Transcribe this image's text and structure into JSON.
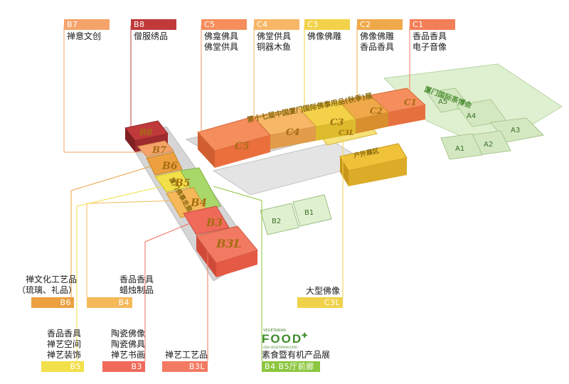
{
  "callouts": {
    "B7": {
      "code": "B7",
      "desc": "禅意文创",
      "color": "#f5a36a"
    },
    "B8": {
      "code": "B8",
      "desc": "僧服绣品",
      "color": "#c0393b"
    },
    "C5": {
      "code": "C5",
      "desc": "佛龛佛具\n佛堂供具",
      "color": "#f58d5c"
    },
    "C4": {
      "code": "C4",
      "desc": "佛堂供具\n铜器木鱼",
      "color": "#f7b766"
    },
    "C3": {
      "code": "C3",
      "desc": "佛像佛雕",
      "color": "#f3d24a"
    },
    "C2": {
      "code": "C2",
      "desc": "佛像佛雕\n香品香具",
      "color": "#f0a94a"
    },
    "C1": {
      "code": "C1",
      "desc": "香品香具\n电子音像",
      "color": "#f37f58"
    },
    "B6": {
      "code": "B6",
      "desc": "禅文化工艺品\n（琉璃、礼品）",
      "color": "#eca040"
    },
    "B4": {
      "code": "B4",
      "desc": "香品香具\n蜡烛制品",
      "color": "#f5b95a"
    },
    "C3L": {
      "code": "C3L",
      "desc": "大型佛像",
      "color": "#f0d24a"
    },
    "B5": {
      "code": "B5",
      "desc": "香品香具\n禅艺空间\n禅艺装饰",
      "color": "#f2e04a"
    },
    "B3": {
      "code": "B3",
      "desc": "陶瓷佛像\n陶瓷佛具\n禅艺书画",
      "color": "#f06a5a"
    },
    "B3L": {
      "code": "B3L",
      "desc": "禅艺工艺品",
      "color": "#f37a62"
    },
    "B45": {
      "code": "B4 B5厅前廊",
      "desc": "素食暨有机产品展",
      "color": "#8cc63e"
    }
  },
  "halls": {
    "B8": "B8",
    "B7": "B7",
    "B6": "B6",
    "B5": "B5",
    "B4": "B4",
    "B3": "B3",
    "B3L": "B3L",
    "C5": "C5",
    "C4": "C4",
    "C3": "C3",
    "C2": "C2",
    "C1": "C1",
    "C3L": "C3L",
    "B2": "B2",
    "B1": "B1",
    "A1": "A1",
    "A2": "A2",
    "A3": "A3",
    "A4": "A4",
    "A5": "A5"
  },
  "banner": "第十七届中国厦门国际佛事用品(秋季)展",
  "corridor": "厦门佛事走廊",
  "outdoor": "户外展区",
  "tea_expo": "厦门国际茶博会",
  "logo": {
    "small": "VEGETARIAN",
    "main": "FOOD",
    "sub": "ASIA VEGETARIAN EXPO"
  }
}
